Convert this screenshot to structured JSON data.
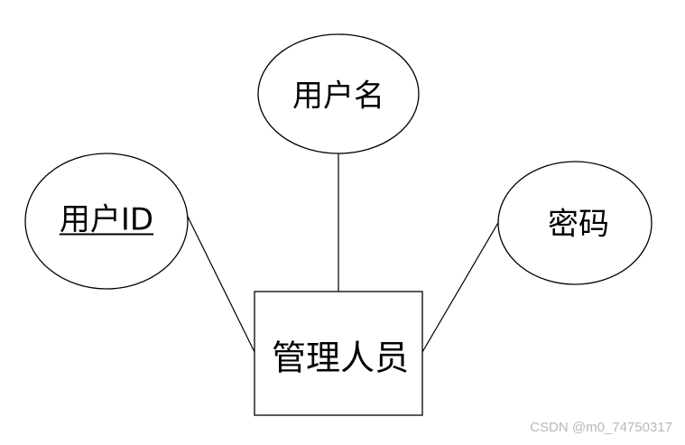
{
  "entity": {
    "label": "管理人员"
  },
  "attributes": [
    {
      "label": "用户名",
      "primary_key": false
    },
    {
      "label": "用户ID",
      "primary_key": true
    },
    {
      "label": "密码",
      "primary_key": false
    }
  ],
  "watermark": "CSDN @m0_74750317"
}
